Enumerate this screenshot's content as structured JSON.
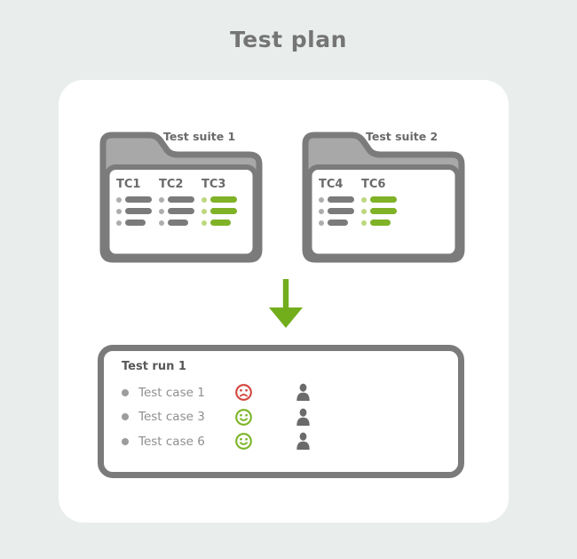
{
  "page_title": "Test plan",
  "colors": {
    "background": "#e9eeec",
    "card": "#ffffff",
    "outline_gray": "#7b7b7b",
    "folder_fill_gray": "#a8a8a8",
    "bar_gray": "#7b7b7b",
    "dot_gray": "#adadad",
    "bar_green": "#7fb226",
    "dot_green": "#bdd87f",
    "arrow_green": "#72ad1c",
    "fail_red": "#d2463d",
    "pass_green": "#7cb427",
    "person_gray": "#6b6b6b",
    "text_dark": "#6a6a6a",
    "text_muted": "#8f8f8f"
  },
  "test_suites": [
    {
      "label": "Test suite 1",
      "test_cases": [
        {
          "id": "TC1",
          "highlighted": false
        },
        {
          "id": "TC2",
          "highlighted": false
        },
        {
          "id": "TC3",
          "highlighted": true
        }
      ]
    },
    {
      "label": "Test suite 2",
      "test_cases": [
        {
          "id": "TC4",
          "highlighted": false
        },
        {
          "id": "TC6",
          "highlighted": true
        }
      ]
    }
  ],
  "test_run": {
    "title": "Test run 1",
    "rows": [
      {
        "label": "Test case 1",
        "result": "fail"
      },
      {
        "label": "Test case 3",
        "result": "pass"
      },
      {
        "label": "Test case 6",
        "result": "pass"
      }
    ]
  }
}
